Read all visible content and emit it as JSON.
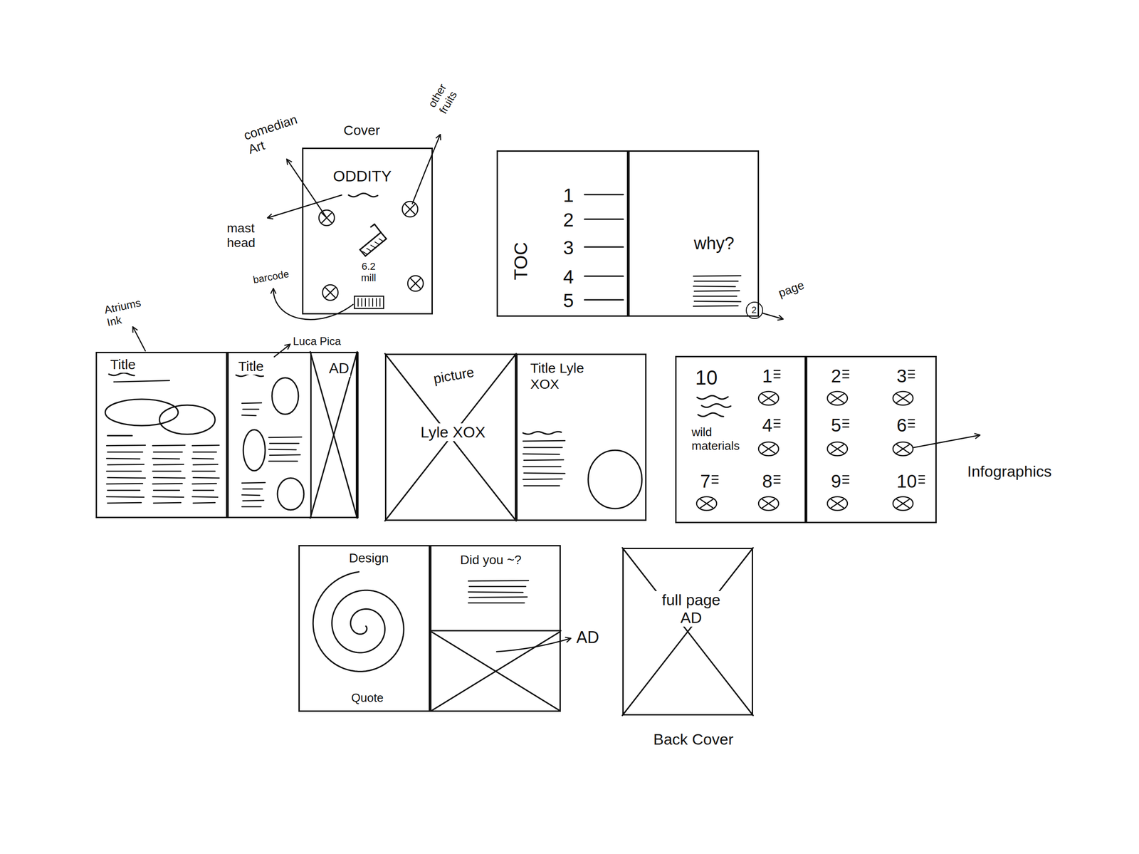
{
  "diagram": {
    "nodes": [
      {
        "text": [
          "Cover",
          "ODDITY",
          "6.2 mill"
        ]
      },
      {
        "text": [
          "TOC",
          "1",
          "2",
          "3",
          "4",
          "5"
        ]
      },
      {
        "text": [
          "why?"
        ]
      },
      {
        "text": [
          "2"
        ],
        "in": 2
      },
      {
        "text": [
          "Title"
        ]
      },
      {
        "text": [
          "Title"
        ]
      },
      {
        "text": [
          "AD"
        ],
        "in": 5
      },
      {
        "text": [
          "picture",
          "Lyle XOX"
        ]
      },
      {
        "text": [
          "Title Lyle XOX"
        ]
      },
      {
        "text": [
          "10",
          "wild materials",
          "1",
          "4",
          "7",
          "8"
        ]
      },
      {
        "text": [
          "2",
          "3",
          "5",
          "6",
          "9",
          "10"
        ]
      },
      {
        "text": [
          "Design",
          "Quote"
        ]
      },
      {
        "text": [
          "Did you ~?"
        ]
      },
      {
        "text": [
          "full page AD",
          "Back Cover"
        ]
      }
    ],
    "labels": [
      "comedian Art",
      "other fruits",
      "mast head",
      "barcode",
      "page",
      "Atriums Ink",
      "Luca Pica",
      "Infographics",
      "AD"
    ]
  }
}
